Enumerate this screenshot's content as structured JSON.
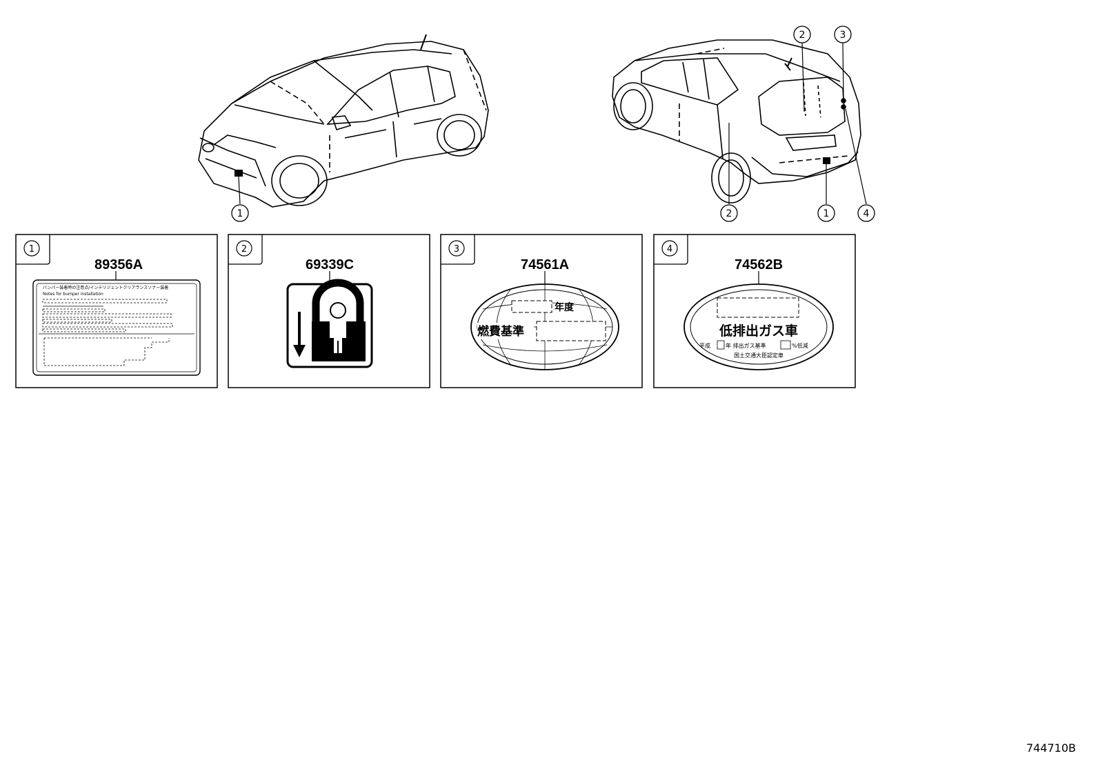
{
  "callouts": {
    "front_1": "1",
    "rear_2_top": "2",
    "rear_3_top": "3",
    "rear_2_bottom": "2",
    "rear_1_bottom": "1",
    "rear_4_bottom": "4"
  },
  "panels": [
    {
      "index": "1",
      "part_number": "89356A"
    },
    {
      "index": "2",
      "part_number": "69339C"
    },
    {
      "index": "3",
      "part_number": "74561A"
    },
    {
      "index": "4",
      "part_number": "74562B"
    }
  ],
  "label_1": {
    "line_1": "バンパー装着時の注意点/インテリジェントクリアランスソナー装着",
    "line_2": "Notes for bumper installation"
  },
  "label_3": {
    "year_suffix": "年度",
    "fuel_standard": "燃費基準"
  },
  "label_4": {
    "title": "低排出ガス車",
    "row_a": "平成",
    "row_b": "年 排出ガス基準",
    "row_c": "%低減",
    "row_d": "国土交通大臣認定車"
  },
  "diagram_id": "744710B"
}
